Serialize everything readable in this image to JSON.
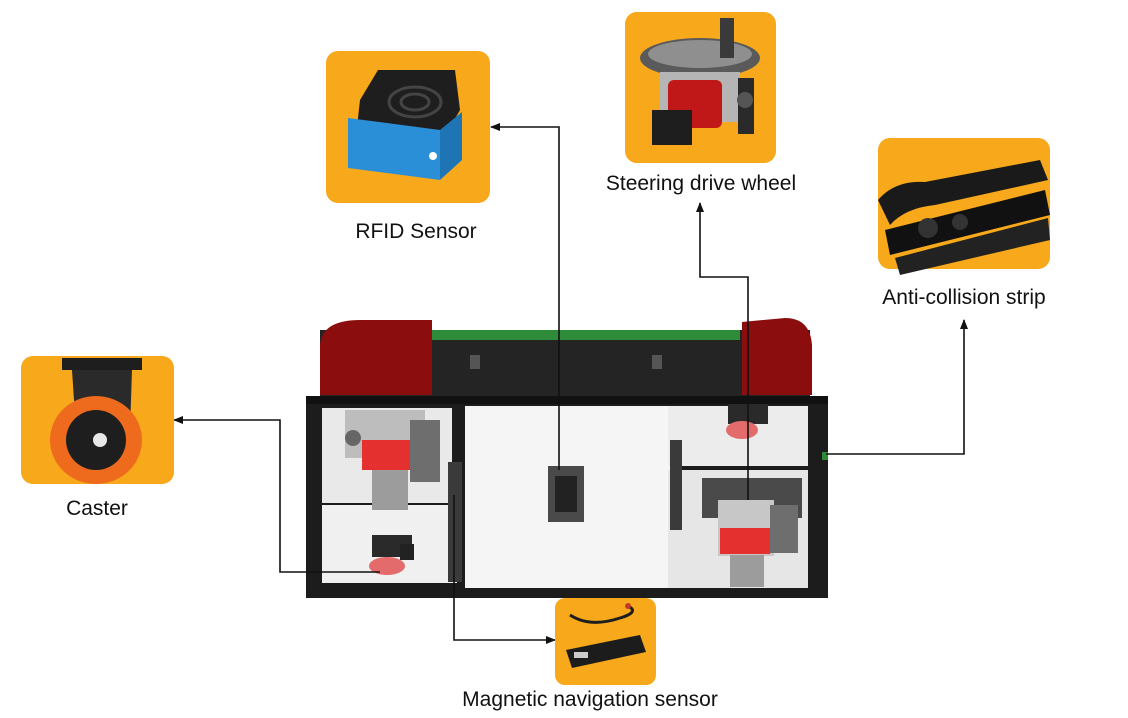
{
  "colors": {
    "tile": "#f7a81b",
    "arrow": "#111111",
    "chassis": "#1f1f1f",
    "bumper": "#8b0d0d",
    "trim": "#2e8b3a",
    "motor": "#e02020"
  },
  "callouts": {
    "rfid": {
      "label": "RFID Sensor",
      "icon": "rfid-reader-icon"
    },
    "steering": {
      "label": "Steering drive wheel",
      "icon": "drive-wheel-icon"
    },
    "strip": {
      "label": "Anti-collision strip",
      "icon": "rubber-strip-icon"
    },
    "caster": {
      "label": "Caster",
      "icon": "caster-wheel-icon"
    },
    "magnetic": {
      "label": "Magnetic navigation sensor",
      "icon": "magnetic-sensor-icon"
    }
  }
}
